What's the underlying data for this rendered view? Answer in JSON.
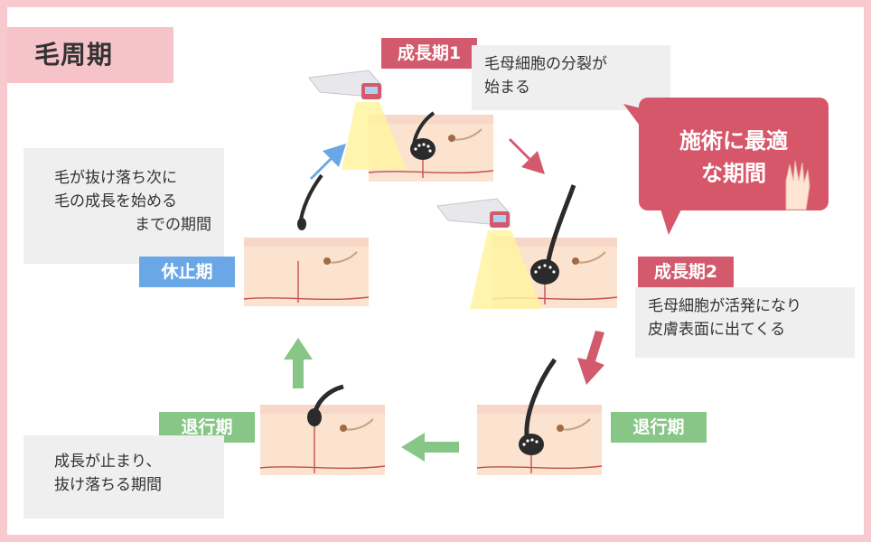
{
  "title": "毛周期",
  "phases": {
    "anagen1": {
      "label": "成長期1",
      "desc_lines": [
        "毛母細胞の分裂が",
        "始まる"
      ]
    },
    "anagen2": {
      "label": "成長期2",
      "desc_lines": [
        "毛母細胞が活発になり",
        "皮膚表面に出てくる"
      ]
    },
    "catagen_right": {
      "label": "退行期"
    },
    "catagen_left": {
      "label": "退行期",
      "desc_lines": [
        "成長が止まり、",
        "抜け落ちる期間"
      ]
    },
    "telogen": {
      "label": "休止期",
      "desc_lines": [
        "毛が抜け落ち次に",
        "毛の成長を始める",
        "までの期間"
      ]
    }
  },
  "callout": {
    "lines": [
      "施術に最適",
      "な期間"
    ]
  },
  "colors": {
    "border": "#f8c9cf",
    "red": "#d25a6c",
    "blue": "#6aa7e6",
    "green": "#87c686",
    "skin": "#fbe3cf",
    "hair": "#2b2b2b"
  }
}
